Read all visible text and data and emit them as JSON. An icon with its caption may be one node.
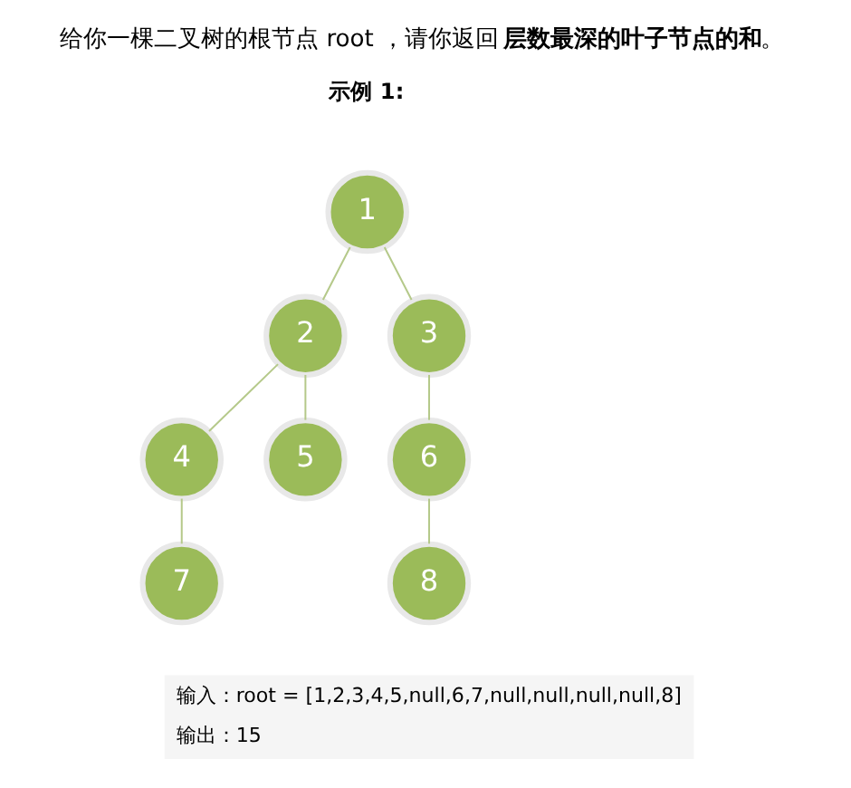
{
  "diagram": {
    "title": "给你一棵二叉树的根节点 root ，请你返回 **层数最深的叶子节点的和** 。",
    "nodes": [
      {
        "text": [
          "1"
        ]
      },
      {
        "text": [
          "2"
        ]
      },
      {
        "text": [
          "3"
        ]
      },
      {
        "text": [
          "4"
        ]
      },
      {
        "text": [
          "5"
        ]
      },
      {
        "text": [
          "6"
        ]
      },
      {
        "text": [
          "7"
        ]
      },
      {
        "text": [
          "8"
        ]
      }
    ],
    "edges": [
      {
        "from": 0,
        "to": 1,
        "arrow": "none"
      },
      {
        "from": 0,
        "to": 2,
        "arrow": "none"
      },
      {
        "from": 1,
        "to": 3,
        "arrow": "none"
      },
      {
        "from": 1,
        "to": 4,
        "arrow": "none"
      },
      {
        "from": 2,
        "to": 5,
        "arrow": "none"
      },
      {
        "from": 3,
        "to": 6,
        "arrow": "none"
      },
      {
        "from": 5,
        "to": 7,
        "arrow": "none"
      }
    ],
    "labels": [
      "示例 1:",
      "输入：root = [1,2,3,4,5,null,6,7,null,null,null,null,8]",
      "输出：15"
    ]
  }
}
